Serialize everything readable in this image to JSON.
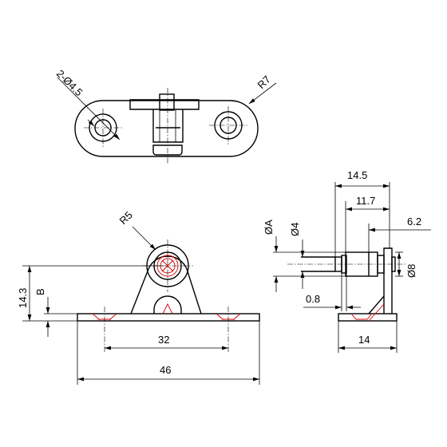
{
  "dimensions": {
    "top_view_hole": "2-Ø4.5",
    "top_view_radius": "R7",
    "front_radius": "R5",
    "front_height": "14.3",
    "front_thickness": "B",
    "front_hole_spacing": "32",
    "front_width": "46",
    "side_total_length": "14.5",
    "side_length_mid": "11.7",
    "side_length_short": "6.2",
    "side_dia_a": "ØA",
    "side_dia_4": "Ø4",
    "side_dia_8": "Ø8",
    "side_gap": "0.8",
    "side_base": "14"
  },
  "colors": {
    "line": "#000000",
    "hidden_red": "#d40000"
  }
}
